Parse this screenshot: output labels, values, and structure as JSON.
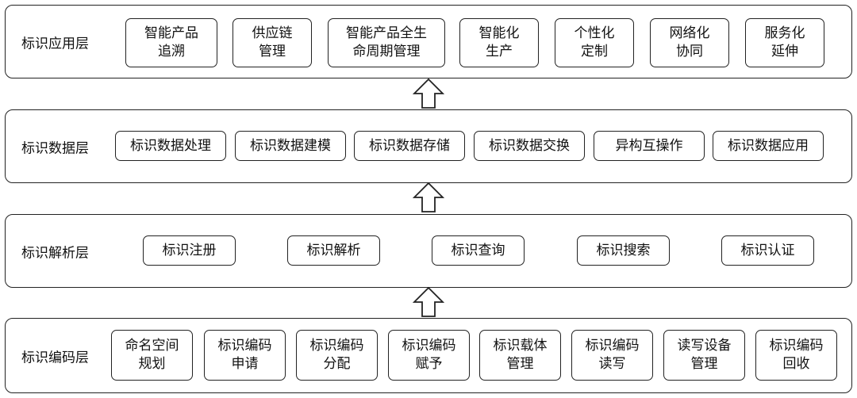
{
  "layers": {
    "application": {
      "title": "标识应用层",
      "items": [
        "智能产品\n追溯",
        "供应链\n管理",
        "智能产品全生\n命周期管理",
        "智能化\n生产",
        "个性化\n定制",
        "网络化\n协同",
        "服务化\n延伸"
      ]
    },
    "data": {
      "title": "标识数据层",
      "items": [
        "标识数据处理",
        "标识数据建模",
        "标识数据存储",
        "标识数据交换",
        "异构互操作",
        "标识数据应用"
      ]
    },
    "resolution": {
      "title": "标识解析层",
      "items": [
        "标识注册",
        "标识解析",
        "标识查询",
        "标识搜索",
        "标识认证"
      ]
    },
    "encoding": {
      "title": "标识编码层",
      "items": [
        "命名空间\n规划",
        "标识编码\n申请",
        "标识编码\n分配",
        "标识编码\n赋予",
        "标识载体\n管理",
        "标识编码\n读写",
        "读写设备\n管理",
        "标识编码\n回收"
      ]
    }
  }
}
